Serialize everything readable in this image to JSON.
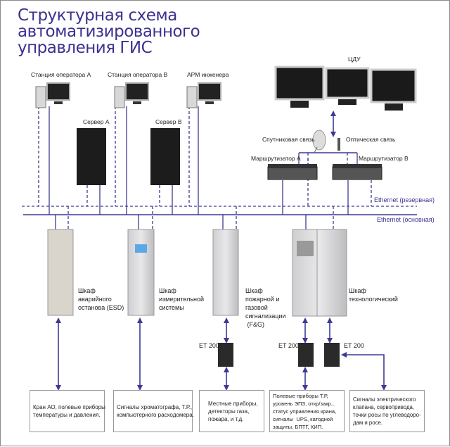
{
  "title": [
    "Структурная схема",
    "автоматизированного",
    "управления ГИС"
  ],
  "colors": {
    "accent": "#3b3190",
    "line": "#3d3a93"
  },
  "devices": {
    "station_a": "Станция оператора А",
    "station_b": "Станция оператора В",
    "engineer": "АРМ инженера",
    "cdu": "ЦДУ",
    "server_a": "Сервер А",
    "server_b": "Сервер В",
    "satellite": "Спутниковая связь",
    "optical": "Оптическая связь",
    "router_a": "Маршрутизатор А",
    "router_b": "Маршрутизатор В"
  },
  "networks": {
    "reserve": "Ethernet (резервная)",
    "main": "Ethernet (основная)"
  },
  "cabinets": [
    {
      "label": "Шкаф\nаварийного\nостанова (ESD)"
    },
    {
      "label": "Шкаф\nизмерительной\nсистемы"
    },
    {
      "label": "Шкаф\nпожарной и\nгазовой\nсигнализации\n (F&G)"
    },
    {
      "label": "Шкаф\nтехнологический"
    }
  ],
  "et200": [
    "ET 200",
    "ET 200",
    "ET 200"
  ],
  "boxes": [
    "Кран АО, полевые приборы\nтемпературы и давления.",
    "Сигналы хроматографа, Т.Р.,\nкомпьютерного расходомера.",
    "Местные приборы,\nдетекторы газа,\nпожара, и т.д.",
    "Полевые приборы Т,Р,\nуровень ЭПЗ, откр/закр.,\nстатус управления крана,\nсигналы  UPS, катодной\nзащиты, БПТГ, КИП.",
    "Сигналы электрического\nклапана, сервопривода,\nточки росы по углеводоро-\nдам и росе."
  ]
}
